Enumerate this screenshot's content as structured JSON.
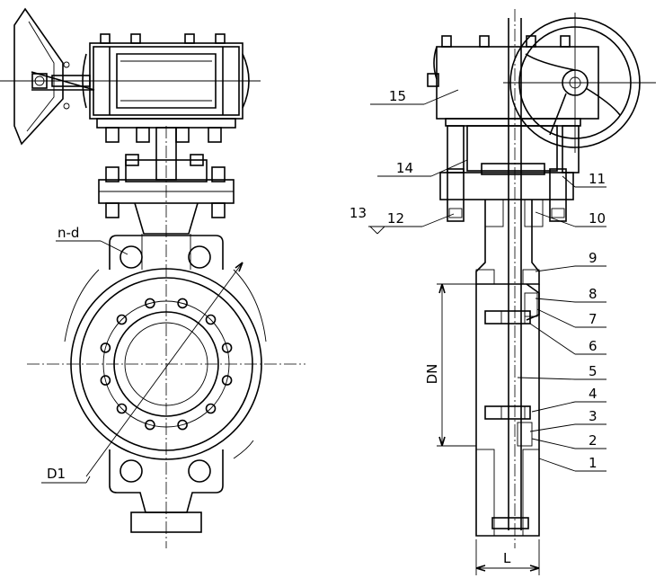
{
  "front_view": {
    "labels": {
      "n_d": "n-d",
      "d1": "D1"
    }
  },
  "side_view": {
    "labels": {
      "dn": "DN",
      "l": "L"
    },
    "callouts": [
      "1",
      "2",
      "3",
      "4",
      "5",
      "6",
      "7",
      "8",
      "9",
      "10",
      "11",
      "12",
      "13",
      "14",
      "15"
    ]
  }
}
